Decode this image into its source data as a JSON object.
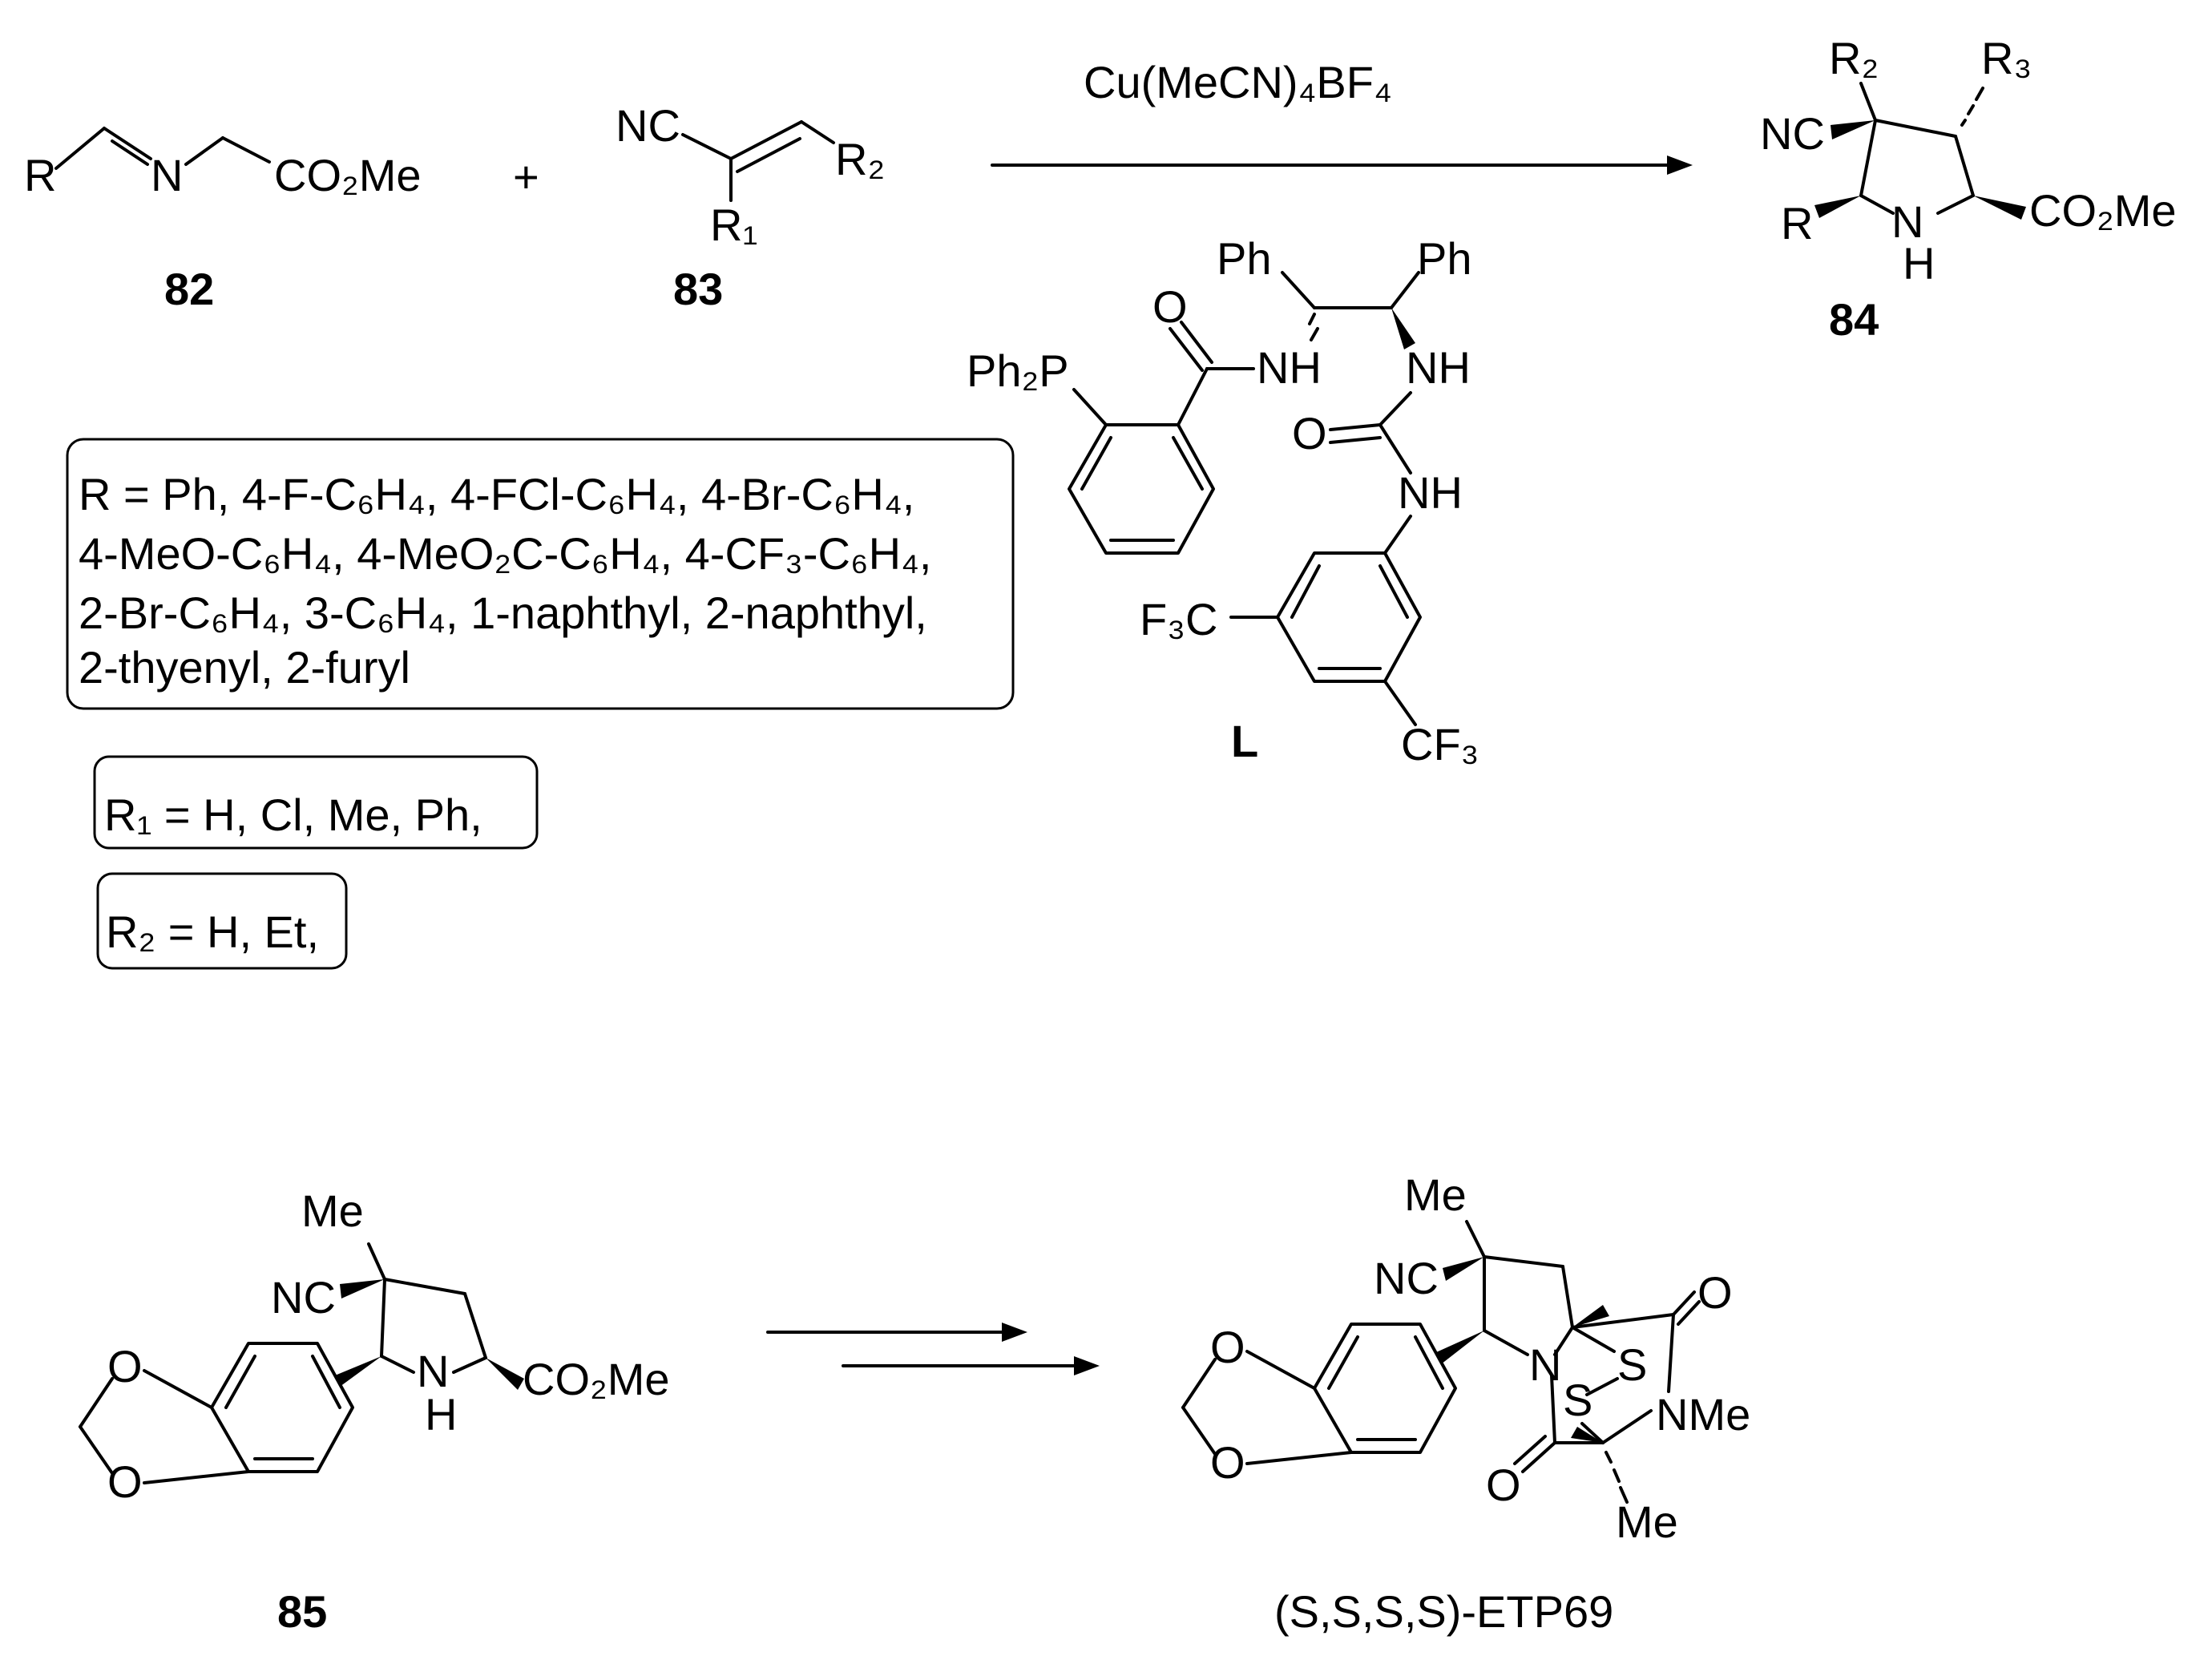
{
  "reaction1": {
    "reagent_82": {
      "R": "R",
      "N": "N",
      "ester": "CO₂Me",
      "label": "82"
    },
    "plus": "+",
    "reagent_83": {
      "NC": "NC",
      "R2": "R₂",
      "R1": "R₁",
      "label": "83"
    },
    "catalyst": "Cu(MeCN)₄BF₄",
    "product_84": {
      "R2": "R₂",
      "R3": "R₃",
      "NC": "NC",
      "R": "R",
      "N": "N",
      "H": "H",
      "ester": "CO₂Me",
      "label": "84"
    },
    "ligand": {
      "Ph1": "Ph",
      "Ph2": "Ph",
      "O1": "O",
      "NH1": "NH",
      "NH2": "NH",
      "Ph2P": "Ph₂P",
      "O2": "O",
      "NH3": "NH",
      "F3C": "F₃C",
      "CF3": "CF₃",
      "label": "L"
    }
  },
  "substituent_boxes": {
    "R_lines": [
      "R = Ph, 4-F-C₆H₄, 4-FCl-C₆H₄, 4-Br-C₆H₄,",
      "4-MeO-C₆H₄, 4-MeO₂C-C₆H₄, 4-CF₃-C₆H₄,",
      "2-Br-C₆H₄, 3-C₆H₄, 1-naphthyl, 2-naphthyl,",
      "2-thyenyl, 2-furyl"
    ],
    "R1": "R₁ = H, Cl, Me, Ph,",
    "R2": "R₂ = H, Et,"
  },
  "reaction2": {
    "compound_85": {
      "Me": "Me",
      "NC": "NC",
      "O1": "O",
      "O2": "O",
      "N": "N",
      "H": "H",
      "ester": "CO₂Me",
      "label": "85"
    },
    "product_ETP69": {
      "Me1": "Me",
      "NC": "NC",
      "O_ring1": "O",
      "O_ring2": "O",
      "N": "N",
      "S1": "S",
      "S2": "S",
      "O_keto1": "O",
      "O_keto2": "O",
      "NMe": "NMe",
      "Me2": "Me",
      "label": "(S,S,S,S)-ETP69"
    }
  }
}
